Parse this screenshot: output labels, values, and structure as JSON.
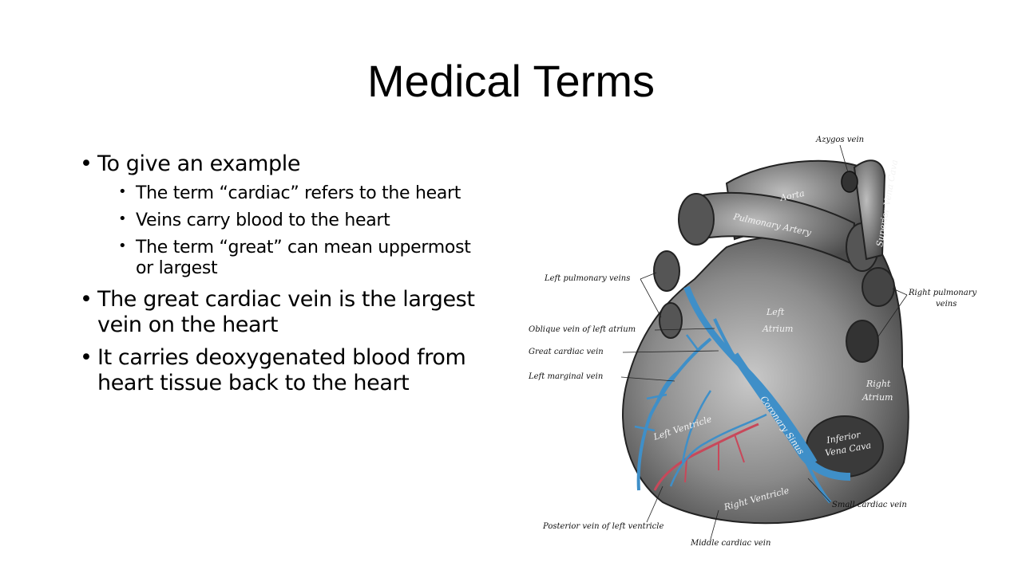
{
  "slide": {
    "title": "Medical Terms",
    "bullets": [
      {
        "text": "To give an example",
        "sub": [
          "The term “cardiac” refers to the heart",
          "Veins carry blood to the heart",
          "The term “great” can mean uppermost or largest"
        ]
      },
      {
        "text": "The great cardiac vein is the largest vein on the heart"
      },
      {
        "text": "It carries deoxygenated blood from heart tissue back to the heart"
      }
    ]
  },
  "figure": {
    "labels": {
      "azygos": "Azygos vein",
      "aorta": "Aorta",
      "pulmonary_artery": "Pulmonary Artery",
      "superior_vena_cava": "Superior Vena Cava",
      "left_pulmonary_veins": "Left pulmonary veins",
      "right_pulmonary": "Right pulmonary",
      "veins": "veins",
      "left": "Left",
      "atrium": "Atrium",
      "oblique_vein": "Oblique vein of left atrium",
      "great_cardiac_vein": "Great cardiac vein",
      "left_marginal_vein": "Left marginal vein",
      "right": "Right",
      "left_ventricle": "Left Ventricle",
      "coronary_sinus": "Coronary Sinus",
      "inferior": "Inferior",
      "vena_cava": "Vena Cava",
      "right_ventricle": "Right Ventricle",
      "small_cardiac_vein": "Small cardiac vein",
      "posterior_vein": "Posterior vein of left ventricle",
      "middle_cardiac_vein": "Middle cardiac vein"
    },
    "colors": {
      "vein": "#3f8fc8",
      "artery": "#c8485a",
      "tissue": "#7b7b7b"
    }
  }
}
